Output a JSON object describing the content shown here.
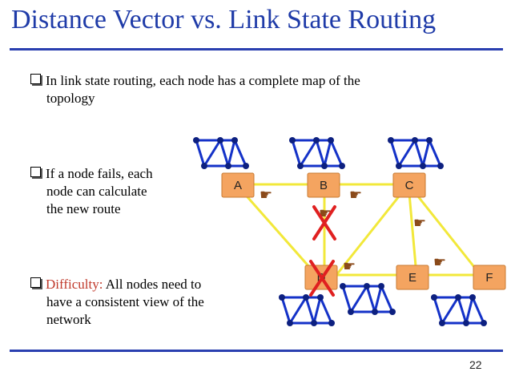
{
  "slide": {
    "title": "Distance Vector vs. Link State Routing",
    "page_number": "22"
  },
  "bullets": {
    "b1": {
      "line1": "In link state routing, each node has a complete map of the",
      "line2": "topology"
    },
    "b2": {
      "line1": "If a node fails, each",
      "line2": "node can calculate",
      "line3": "the new route"
    },
    "b3": {
      "highlight": "Difficulty:",
      "rest": " All nodes need to",
      "line2": "have a consistent view of the",
      "line3": "network"
    }
  },
  "nodes": {
    "A": "A",
    "B": "B",
    "C": "C",
    "D": "D",
    "E": "E",
    "F": "F"
  },
  "colors": {
    "title": "#1f3ba8",
    "link": "#f2e83a",
    "node_fill": "#f4a460",
    "map_edge": "#1432c8",
    "failure": "#e02020"
  },
  "icons": [
    "pointing-hand-icon",
    "failure-cross-icon",
    "checkbox-bullet-icon"
  ]
}
